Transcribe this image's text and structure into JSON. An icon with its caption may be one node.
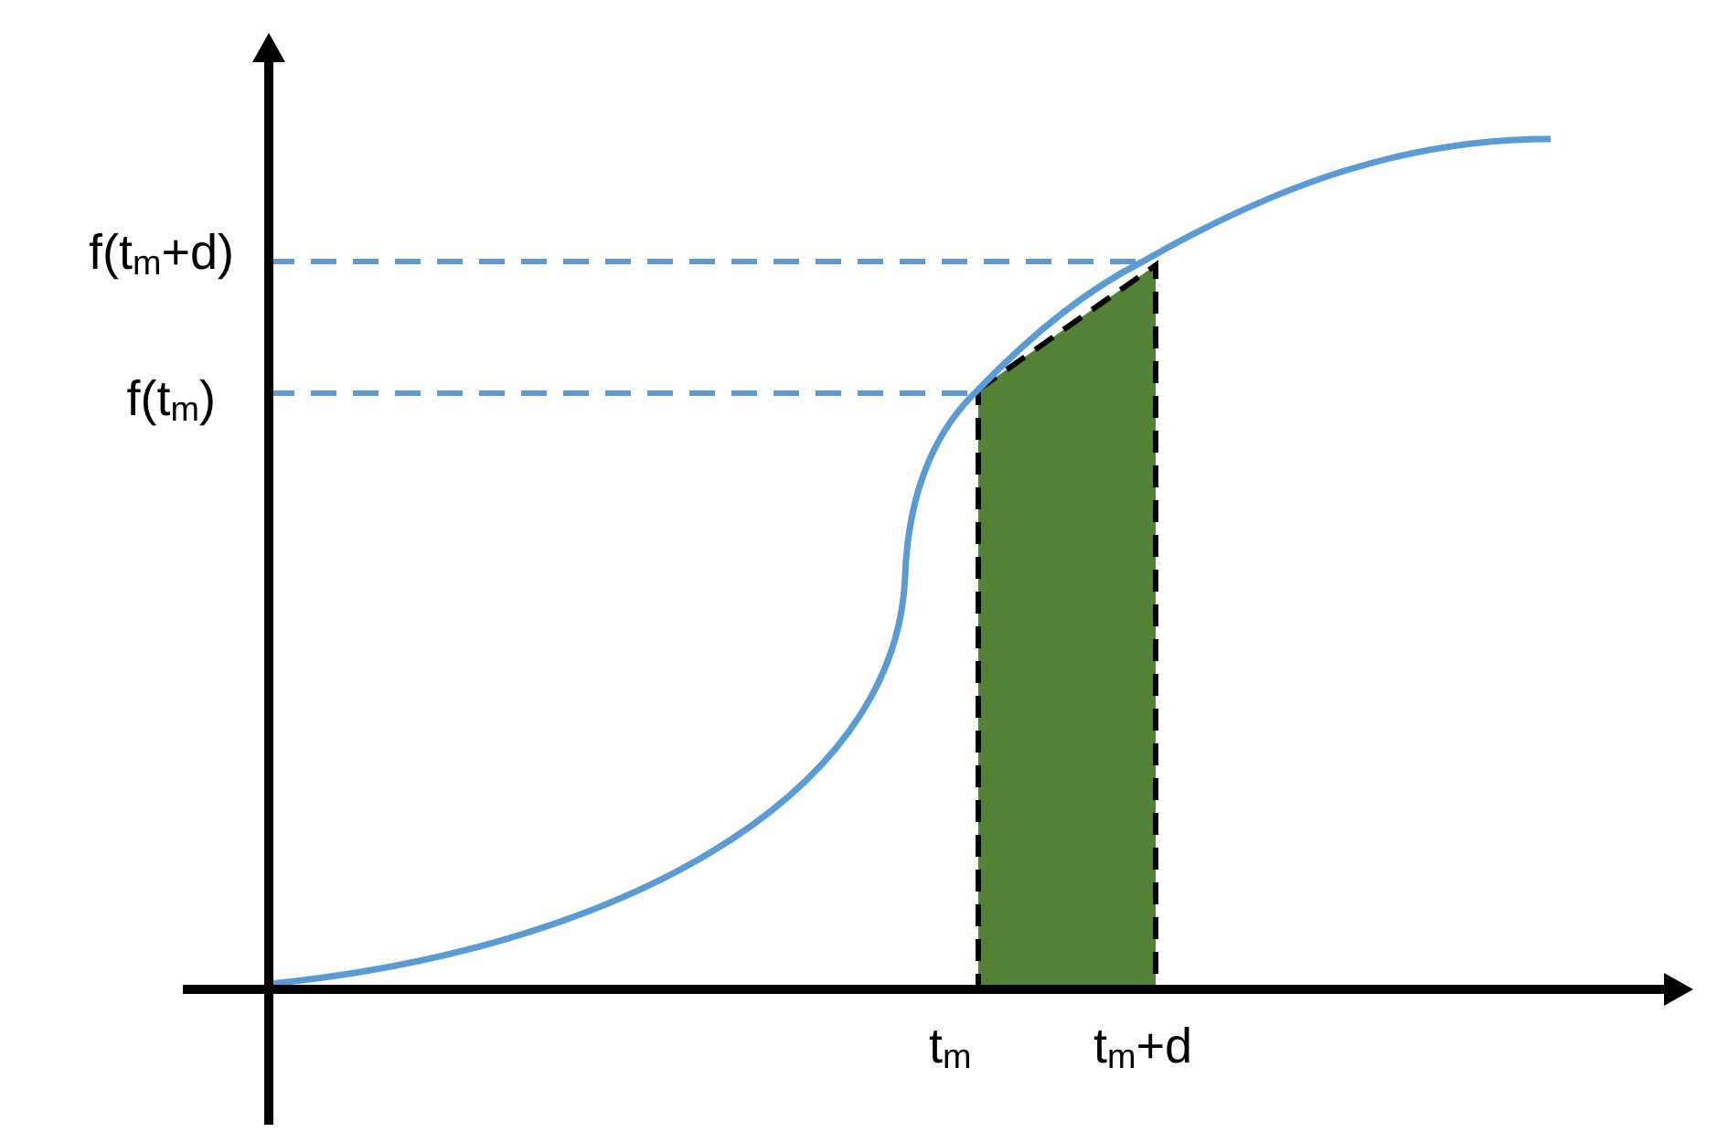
{
  "diagram": {
    "labels": [
      "f(t$_{m}$+d)",
      "f(t$_{m}$)",
      "t$_{m}$",
      "t$_{m}$+d"
    ]
  }
}
